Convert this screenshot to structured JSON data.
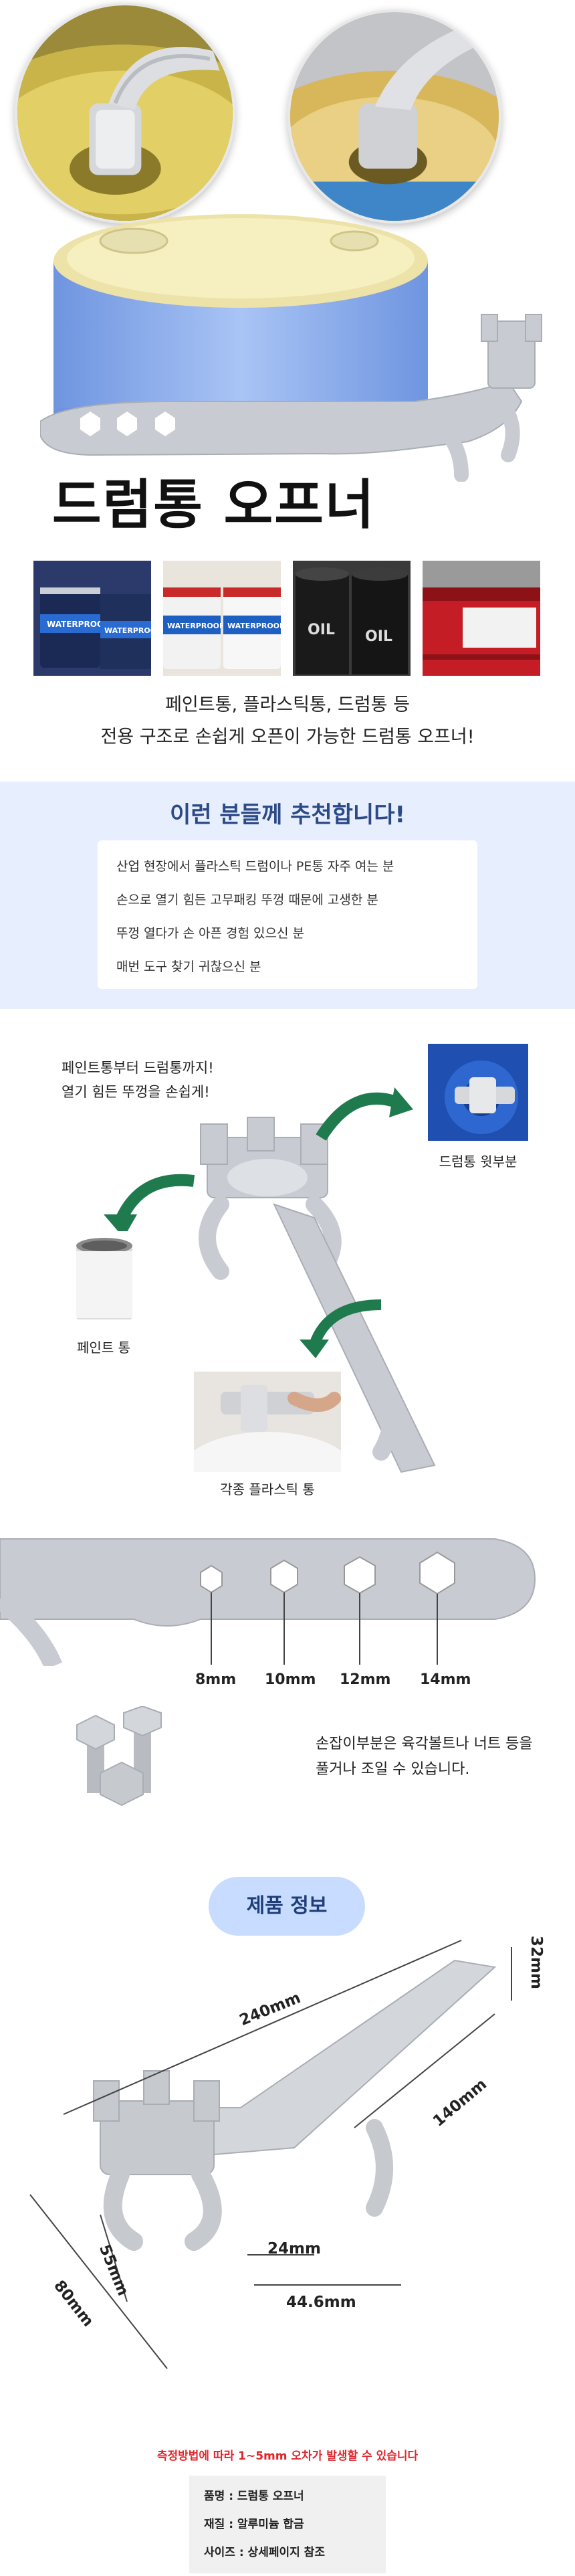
{
  "hero": {
    "title": "드럼통 오프너"
  },
  "intro": {
    "line1": "페인트통, 플라스틱통, 드럼통 등",
    "line2": "전용 구조로 손쉽게 오픈이 가능한 드럼통 오프너!"
  },
  "photos": [
    {
      "name": "paint-bucket-photo-1",
      "labels": [
        "WATERPROOF",
        "WATERPROOF"
      ]
    },
    {
      "name": "paint-bucket-photo-2",
      "labels": [
        "WATERPROOF",
        "WATERPROOF"
      ]
    },
    {
      "name": "oil-drums-photo",
      "labels": [
        "OIL",
        "OIL"
      ]
    },
    {
      "name": "red-drum-photo",
      "labels": []
    }
  ],
  "recommend": {
    "title": "이런 분들께 추천합니다!",
    "items": [
      "산업 현장에서 플라스틱 드럼이나 PE통 자주 여는 분",
      "손으로 열기 힘든 고무패킹 뚜껑 때문에 고생한 분",
      "뚜껑 열다가 손 아픈 경험 있으신 분",
      "매번 도구 찾기 귀찮으신 분"
    ]
  },
  "uses": {
    "line1": "페인트통부터 드럼통까지!",
    "line2": "열기 힘든 뚜껑을 손쉽게!",
    "drum_top_label": "드럼통 윗부분",
    "paint_label": "페인트 통",
    "plastic_label": "각종 플라스틱 통"
  },
  "sizes": {
    "hex": [
      "8mm",
      "10mm",
      "12mm",
      "14mm"
    ],
    "bolt_line1": "손잡이부분은 육각볼트나 너트 등을",
    "bolt_line2": "풀거나 조일 수 있습니다."
  },
  "spec": {
    "button": "제품 정보",
    "dims": {
      "d240": "240mm",
      "d32": "32mm",
      "d140": "140mm",
      "d55": "55mm",
      "d80": "80mm",
      "d24": "24mm",
      "d446": "44.6mm"
    },
    "warning": "측정방법에 따라 1~5mm 오차가 발생할 수 있습니다",
    "table": {
      "name": "품명 : 드럼통 오프너",
      "material": "재질 : 알루미늄 합금",
      "size": "사이즈 : 상세페이지 참조"
    }
  },
  "colors": {
    "accent_blue": "#2c4a86",
    "light_blue": "#e7efff",
    "button_blue": "#c8dcff",
    "warning_red": "#e0262d",
    "arrow_green": "#1f7a4d",
    "tool_gray": "#c8ccd2"
  }
}
